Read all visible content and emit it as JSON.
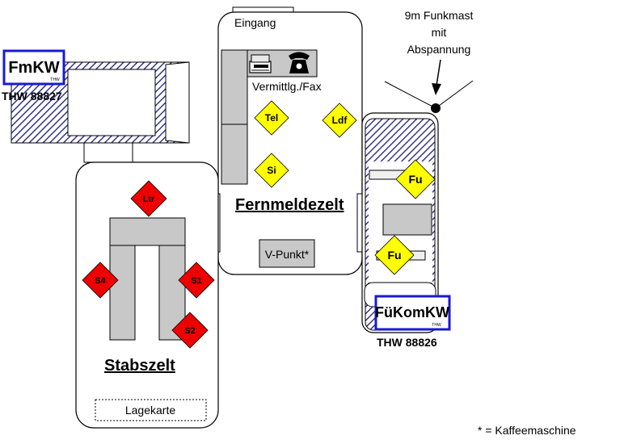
{
  "colors": {
    "hatch": "#1a1a7a",
    "tent_fill": "#ffffff",
    "furniture": "#c8c8c8",
    "red_marker": "#ee0000",
    "yellow_marker": "#ffff00",
    "logo_border": "#1a1acc"
  },
  "mast": {
    "label_line1": "9m Funkmast",
    "label_line2": "mit",
    "label_line3": "Abspannung"
  },
  "fernmeldezelt": {
    "entrance_label": "Eingang",
    "title": "Fernmeldezelt",
    "switchboard_label": "Vermittlg./Fax",
    "vpunkt_label": "V-Punkt*",
    "markers": [
      {
        "label": "Tel",
        "color": "yellow"
      },
      {
        "label": "Ldf",
        "color": "yellow"
      },
      {
        "label": "Si",
        "color": "yellow"
      }
    ],
    "icons": [
      "fax-machine-icon",
      "telephone-icon"
    ]
  },
  "stabszelt": {
    "title": "Stabszelt",
    "map_label": "Lagekarte",
    "markers": [
      {
        "label": "Ltr",
        "color": "red"
      },
      {
        "label": "S4",
        "color": "red"
      },
      {
        "label": "S1",
        "color": "red"
      },
      {
        "label": "S2",
        "color": "red"
      }
    ]
  },
  "fmkw": {
    "logo_text": "FmKW",
    "logo_subtext": "THW",
    "vehicle_id": "THW 88827"
  },
  "fuekomkw": {
    "logo_text": "FüKomKW",
    "logo_subtext": "THW",
    "vehicle_id": "THW 88826",
    "markers": [
      {
        "label": "Fu",
        "color": "yellow"
      },
      {
        "label": "Fu",
        "color": "yellow"
      }
    ]
  },
  "footnote": "* = Kaffeemaschine"
}
